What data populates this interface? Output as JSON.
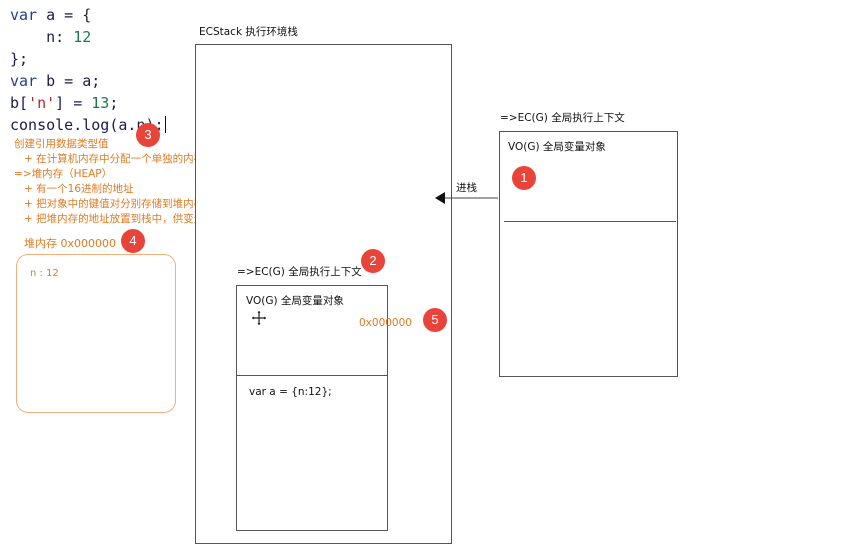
{
  "code_lines": [
    [
      {
        "t": "var",
        "c": "kw"
      },
      {
        "t": " a = {",
        "c": "plain"
      }
    ],
    [
      {
        "t": "    n: ",
        "c": "plain"
      },
      {
        "t": "12",
        "c": "num"
      }
    ],
    [
      {
        "t": "};",
        "c": "plain"
      }
    ],
    [
      {
        "t": "var",
        "c": "kw"
      },
      {
        "t": " b = a;",
        "c": "plain"
      }
    ],
    [
      {
        "t": "b[",
        "c": "plain"
      },
      {
        "t": "'n'",
        "c": "str"
      },
      {
        "t": "] = ",
        "c": "plain"
      },
      {
        "t": "13",
        "c": "num"
      },
      {
        "t": ";",
        "c": "plain"
      }
    ],
    [
      {
        "t": "console.log(a.n);",
        "c": "plain"
      }
    ]
  ],
  "notes": {
    "line1": "创建引用数据类型值",
    "line2": "+ 在计算机内存中分配一个单独的内存出来",
    "line3": "=>堆内存（HEAP）",
    "line4": "+ 有一个16进制的地址",
    "line5": "+ 把对象中的键值对分别存储到堆内存中",
    "line6": "+ 把堆内存的地址放置到栈中，供变量调用"
  },
  "heap": {
    "title": "堆内存  0x000000",
    "content": "n : 12"
  },
  "ecstack": {
    "title": "ECStack 执行环境栈"
  },
  "ec_global_right": {
    "title": "=>EC(G)  全局执行上下文",
    "vo_label": "VO(G) 全局变量对象"
  },
  "push_label": "进栈",
  "ec_global_inner": {
    "title": "=>EC(G)  全局执行上下文",
    "vo_label": "VO(G) 全局变量对象",
    "address": "0x000000",
    "code": "var  a = {n:12};"
  },
  "badges": [
    "1",
    "2",
    "3",
    "4",
    "5"
  ],
  "colors": {
    "badge": "#e8443a",
    "note": "#e07b25",
    "heap_border": "#f0b07c"
  }
}
